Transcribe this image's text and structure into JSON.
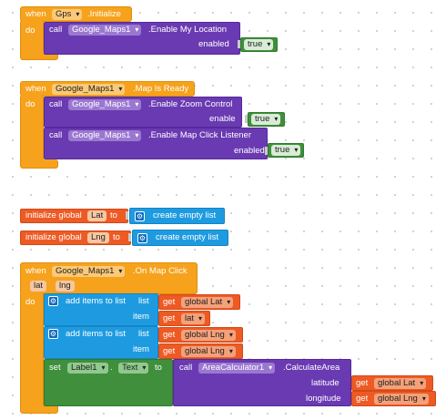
{
  "block1": {
    "when": "when",
    "component": "Gps",
    "event": ".Initialize",
    "do": "do",
    "call": {
      "call": "call",
      "component": "Google_Maps1",
      "method": ".Enable My Location",
      "param": "enabled",
      "value": "true"
    }
  },
  "block2": {
    "when": "when",
    "component": "Google_Maps1",
    "event": ".Map Is Ready",
    "do": "do",
    "call1": {
      "call": "call",
      "component": "Google_Maps1",
      "method": ".Enable Zoom Control",
      "param": "enable",
      "value": "true"
    },
    "call2": {
      "call": "call",
      "component": "Google_Maps1",
      "method": ".Enable Map Click Listener",
      "param": "enabled",
      "value": "true"
    }
  },
  "global_lat": {
    "prefix": "initialize global",
    "name": "Lat",
    "to": "to",
    "value": "create empty list"
  },
  "global_lng": {
    "prefix": "initialize global",
    "name": "Lng",
    "to": "to",
    "value": "create empty list"
  },
  "block3": {
    "when": "when",
    "component": "Google_Maps1",
    "event": ".On Map Click",
    "params": [
      "lat",
      "lng"
    ],
    "do": "do",
    "add1": {
      "label": "add items to list",
      "list_label": "list",
      "item_label": "item",
      "get": "get",
      "list_value": "global Lat",
      "item_value": "lat"
    },
    "add2": {
      "label": "add items to list",
      "list_label": "list",
      "item_label": "item",
      "get": "get",
      "list_value": "global Lng",
      "item_value": "global Lng"
    },
    "set": {
      "set": "set",
      "component": "Label1",
      "dot": ".",
      "property": "Text",
      "to": "to",
      "call": "call",
      "callee": "AreaCalculator1",
      "method": ".CalculateArea",
      "lat_label": "latitude",
      "lng_label": "longitude",
      "get": "get",
      "lat_value": "global Lat",
      "lng_value": "global Lng"
    }
  }
}
